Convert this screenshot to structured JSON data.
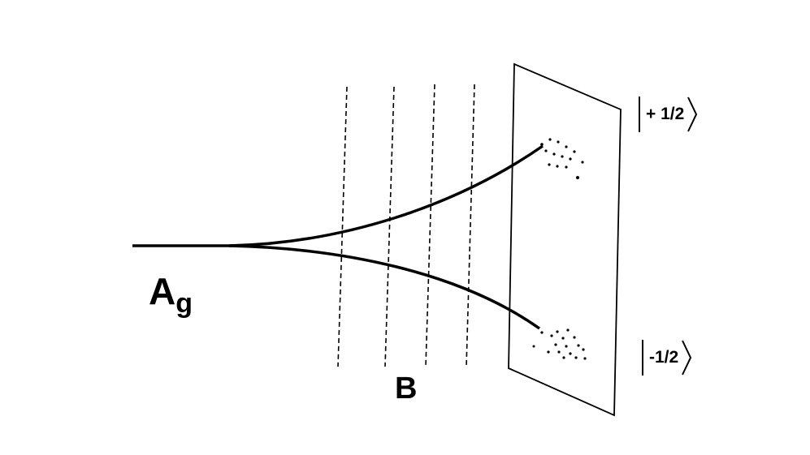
{
  "labels": {
    "source_main": "A",
    "source_sub": "g",
    "field": "B",
    "ket_up": "+ 1/2",
    "ket_down": "-1/2"
  },
  "colors": {
    "ink": "#000000",
    "background": "#ffffff"
  }
}
